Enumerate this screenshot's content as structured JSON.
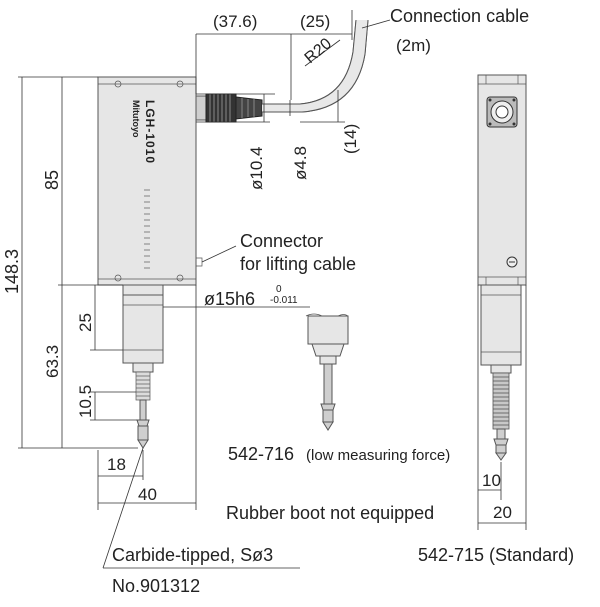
{
  "labels": {
    "dim_37_6": "(37.6)",
    "dim_25_top": "(25)",
    "connection_cable": "Connection cable",
    "cable_length": "(2m)",
    "r20": "R20",
    "dia_10_4": "ø10.4",
    "dia_4_8": "ø4.8",
    "dim_14": "(14)",
    "dim_148_3": "148.3",
    "dim_85": "85",
    "connector_line1": "Connector",
    "connector_line2": "for lifting cable",
    "dia_15h6": "ø15h6",
    "tol_upper": "0",
    "tol_lower": "-0.011",
    "dim_25_left": "25",
    "dim_63_3": "63.3",
    "dim_10_5": "10.5",
    "dim_18": "18",
    "dim_40": "40",
    "model_716": "542-716",
    "model_716_note": "(low measuring force)",
    "rubber_boot": "Rubber boot not equipped",
    "dim_10_right": "10",
    "dim_20_right": "20",
    "carbide_tip": "Carbide-tipped, Sø3",
    "part_number": "No.901312",
    "model_715": "542-715 (Standard)",
    "brand_text": "Mitutoyo",
    "model_text": "LGH-1010"
  }
}
